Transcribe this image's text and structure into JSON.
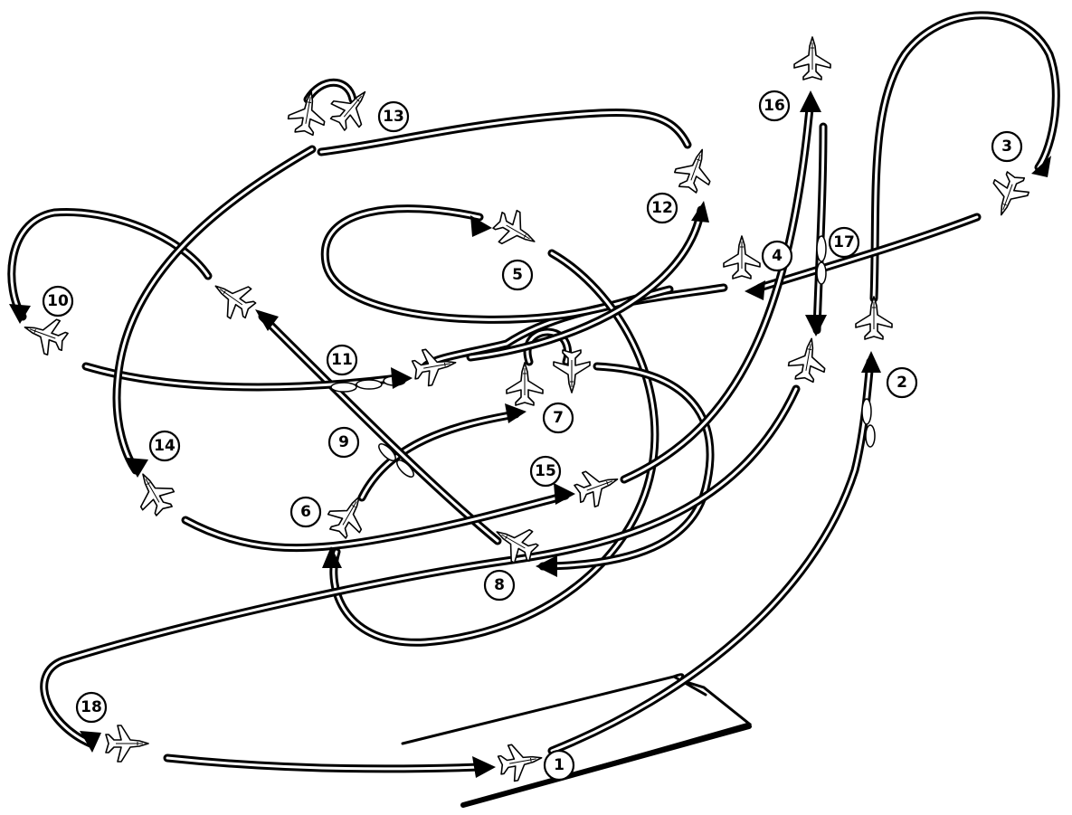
{
  "diagram": {
    "labels": [
      "1",
      "2",
      "3",
      "4",
      "5",
      "6",
      "7",
      "8",
      "9",
      "10",
      "11",
      "12",
      "13",
      "14",
      "15",
      "16",
      "17",
      "18"
    ],
    "colors": {
      "ink": "#000000",
      "paper": "#ffffff"
    },
    "icons": [
      "jet-aircraft-icon",
      "direction-arrow-icon"
    ]
  }
}
